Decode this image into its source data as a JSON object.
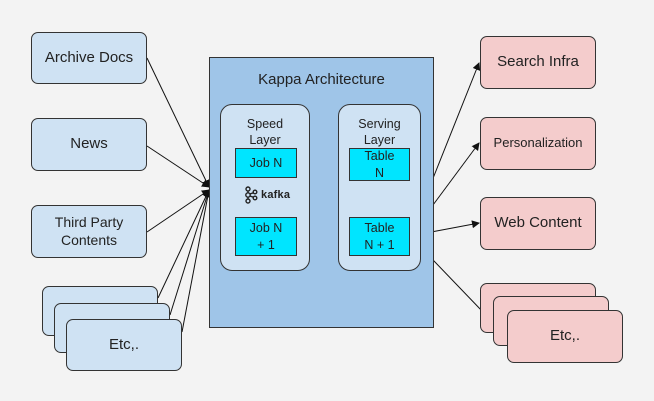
{
  "sources": {
    "archive_docs": "Archive Docs",
    "news": "News",
    "third_party": "Third Party\nContents",
    "etc": "Etc,."
  },
  "architecture": {
    "title": "Kappa Architecture",
    "speed_layer": {
      "title": "Speed\nLayer",
      "job_n": "Job N",
      "job_n1": "Job N\n+ 1"
    },
    "kafka_label": "kafka",
    "serving_layer": {
      "title": "Serving\nLayer",
      "table_n": "Table\nN",
      "table_n1": "Table\nN + 1"
    }
  },
  "destinations": {
    "search_infra": "Search Infra",
    "personalization": "Personalization",
    "web_content": "Web Content",
    "etc": "Etc,."
  },
  "colors": {
    "background": "#f3f3f3",
    "source_fill": "#cfe2f3",
    "architecture_fill": "#9fc5e8",
    "layer_fill": "#cfe2f3",
    "job_fill": "#00e5ff",
    "destination_fill": "#f4cccc"
  }
}
